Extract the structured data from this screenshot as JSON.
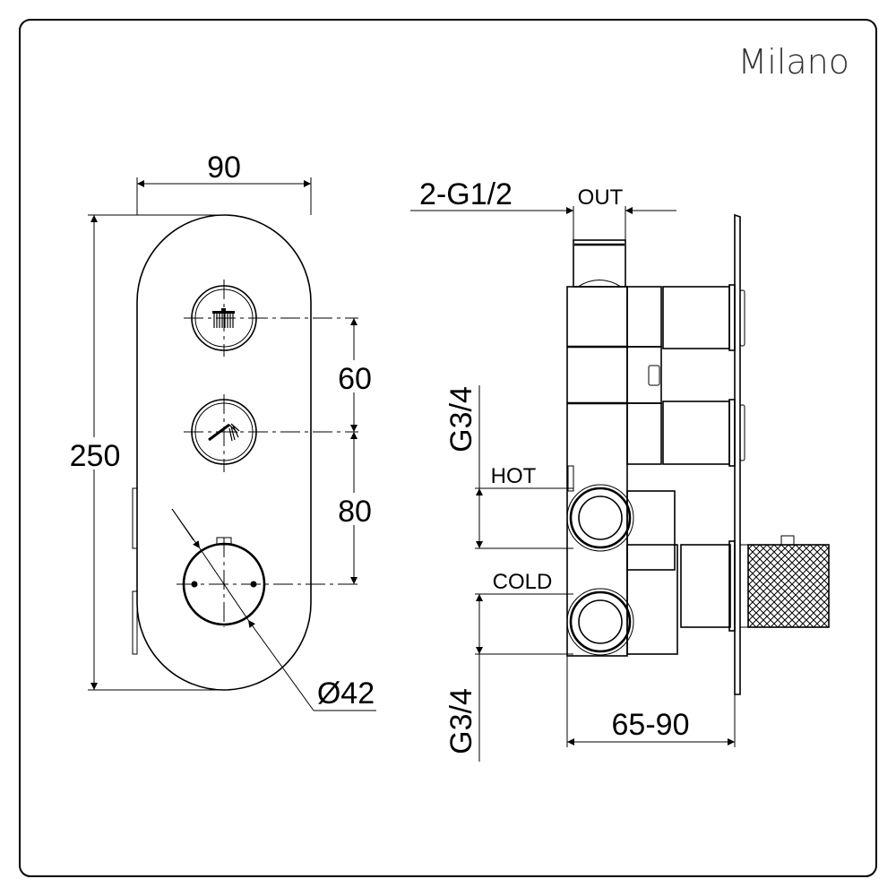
{
  "brand": "Milano",
  "front_view": {
    "width_dim": "90",
    "height_dim": "250",
    "spacing_upper": "60",
    "spacing_lower": "80",
    "dial_diameter": "Ø42",
    "buttons": [
      "overhead-shower-icon",
      "hand-shower-icon"
    ]
  },
  "side_view": {
    "outlet_thread": "2-G1/2",
    "outlet_label": "OUT",
    "inlet_thread_hot": "G3/4",
    "inlet_thread_cold": "G3/4",
    "hot_label": "HOT",
    "cold_label": "COLD",
    "depth_dim": "65-90"
  }
}
